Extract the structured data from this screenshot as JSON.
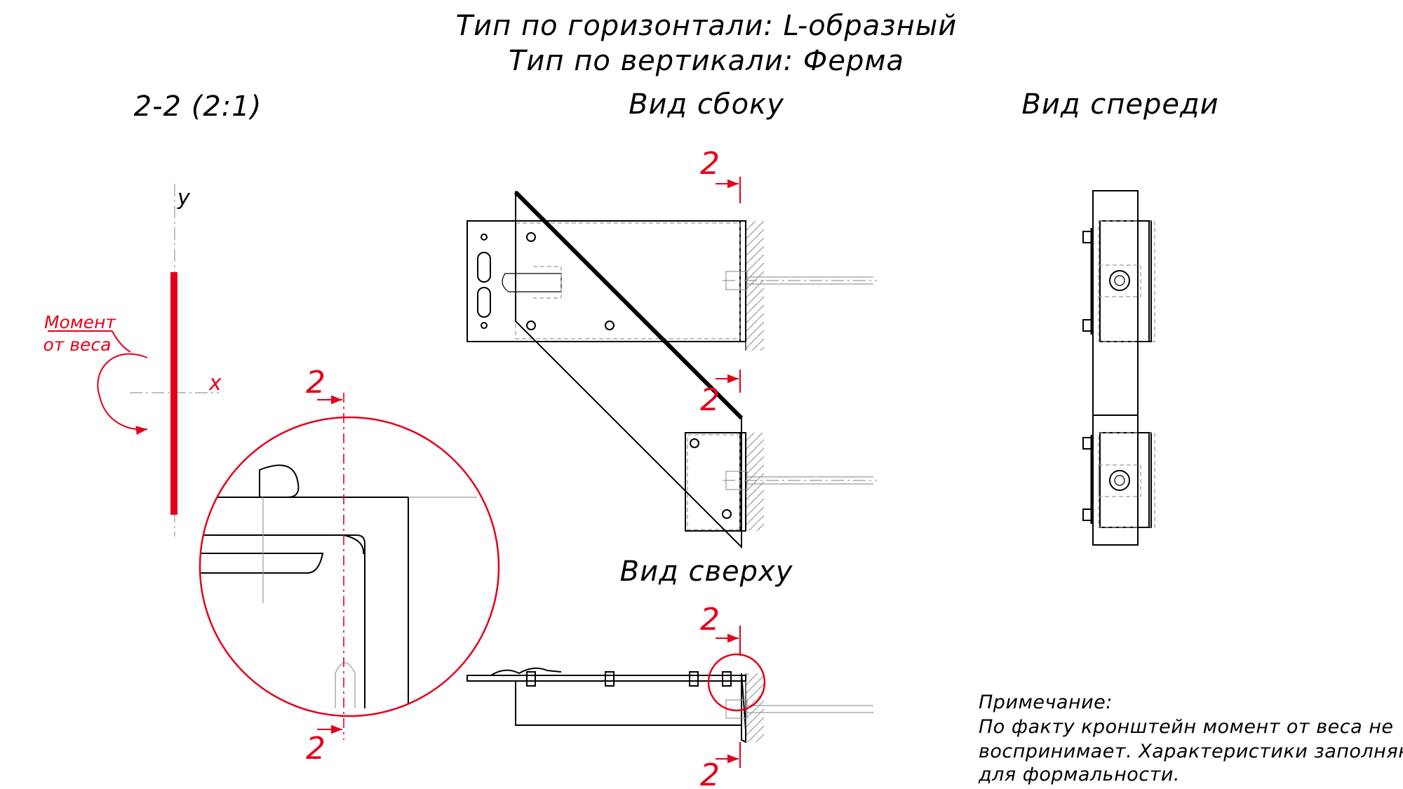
{
  "title": {
    "line1": "Тип по горизонтали: L-образный",
    "line2": "Тип по вертикали: Ферма"
  },
  "views": {
    "section": "2-2 (2:1)",
    "side": "Вид сбоку",
    "front": "Вид спереди",
    "top": "Вид сверху"
  },
  "section_marks": {
    "label": "2"
  },
  "section_view": {
    "axis_y": "y",
    "axis_x": "x",
    "moment_line1": "Момент",
    "moment_line2": "от веса"
  },
  "note": {
    "heading": "Примечание:",
    "line1": "По факту кронштейн момент от веса не",
    "line2": "воспринимает. Характеристики заполняются",
    "line3": "для формальности."
  },
  "colors": {
    "accent_red": "#e3001b",
    "line": "#000000",
    "hidden": "#9a9a9a"
  }
}
